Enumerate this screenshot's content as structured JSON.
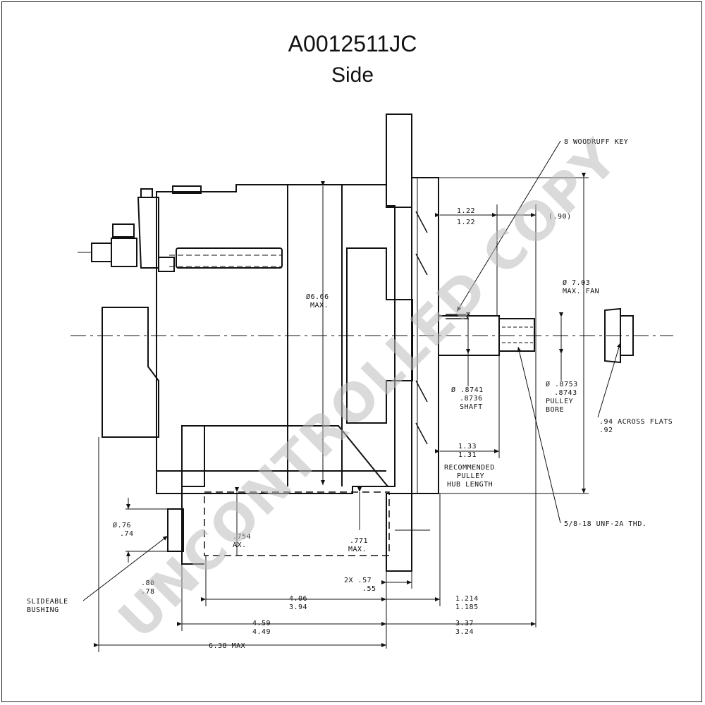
{
  "title": {
    "part_number": "A0012511JC",
    "view": "Side"
  },
  "watermark": "UNCONTROLLED COPY",
  "labels": {
    "woodruff_key": "8 WOODRUFF KEY",
    "d122_top": "1.22",
    "d122_bot": "1.22",
    "d090": "(.90)",
    "fan_dia_a": "Ø 7.03",
    "fan_dia_b": "MAX. FAN",
    "body_dia_a": "Ø6.66",
    "body_dia_b": "MAX.",
    "shaft_a": "Ø .8741",
    "shaft_b": ".8736",
    "shaft_c": "SHAFT",
    "bore_a": "Ø .8753",
    "bore_b": ".8743",
    "bore_c": "PULLEY",
    "bore_d": "BORE",
    "flats_a": ".94 ACROSS FLATS",
    "flats_b": ".92",
    "hub_a": "1.33",
    "hub_b": "1.31",
    "hub_c": "RECOMMENDED",
    "hub_d": "PULLEY",
    "hub_e": "HUB LENGTH",
    "thread": "5/8-18 UNF-2A THD.",
    "bush_dia_a": "Ø.76",
    "bush_dia_b": ".74",
    "d754_a": ".754",
    "d754_b": "AX.",
    "d771_a": ".771",
    "d771_b": "MAX.",
    "d80_a": ".80",
    "d80_b": ".78",
    "bushing_a": "SLIDEABLE",
    "bushing_b": "BUSHING",
    "d057_a": "2X .57",
    "d057_b": ".55",
    "d406_a": "4.06",
    "d406_b": "3.94",
    "d1214_a": "1.214",
    "d1214_b": "1.185",
    "d459_a": "4.59",
    "d459_b": "4.49",
    "d337_a": "3.37",
    "d337_b": "3.24",
    "d638": "6.38 MAX"
  }
}
